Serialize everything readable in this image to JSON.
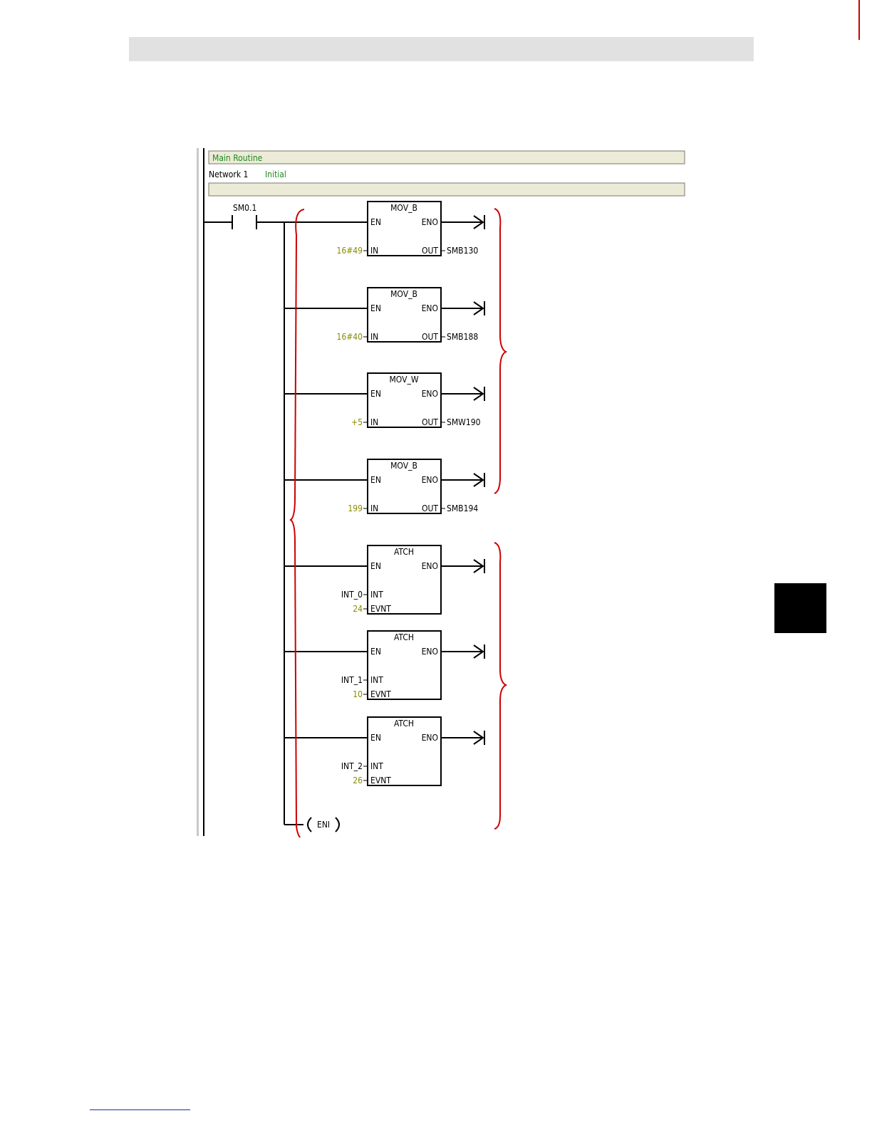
{
  "editor": {
    "routine_title": "Main Routine",
    "network_label": "Network 1",
    "network_comment": "Initial",
    "contact": "SM0.1",
    "coil": "ENI"
  },
  "blocks": [
    {
      "title": "MOV_B",
      "pin_en": "EN",
      "pin_eno": "ENO",
      "pin_in": "IN",
      "pin_out": "OUT",
      "in_value": "16#49",
      "out_value": "SMB130"
    },
    {
      "title": "MOV_B",
      "pin_en": "EN",
      "pin_eno": "ENO",
      "pin_in": "IN",
      "pin_out": "OUT",
      "in_value": "16#40",
      "out_value": "SMB188"
    },
    {
      "title": "MOV_W",
      "pin_en": "EN",
      "pin_eno": "ENO",
      "pin_in": "IN",
      "pin_out": "OUT",
      "in_value": "+5",
      "out_value": "SMW190"
    },
    {
      "title": "MOV_B",
      "pin_en": "EN",
      "pin_eno": "ENO",
      "pin_in": "IN",
      "pin_out": "OUT",
      "in_value": "199",
      "out_value": "SMB194"
    },
    {
      "title": "ATCH",
      "pin_en": "EN",
      "pin_eno": "ENO",
      "pin_int": "INT",
      "pin_evnt": "EVNT",
      "int_value": "INT_0",
      "evnt_value": "24"
    },
    {
      "title": "ATCH",
      "pin_en": "EN",
      "pin_eno": "ENO",
      "pin_int": "INT",
      "pin_evnt": "EVNT",
      "int_value": "INT_1",
      "evnt_value": "10"
    },
    {
      "title": "ATCH",
      "pin_en": "EN",
      "pin_eno": "ENO",
      "pin_int": "INT",
      "pin_evnt": "EVNT",
      "int_value": "INT_2",
      "evnt_value": "26"
    }
  ],
  "colors": {
    "comment_green": "#208a20",
    "value_olive": "#8a8a00",
    "brace_red": "#cc0000",
    "bar_fill": "#ecebd8"
  }
}
